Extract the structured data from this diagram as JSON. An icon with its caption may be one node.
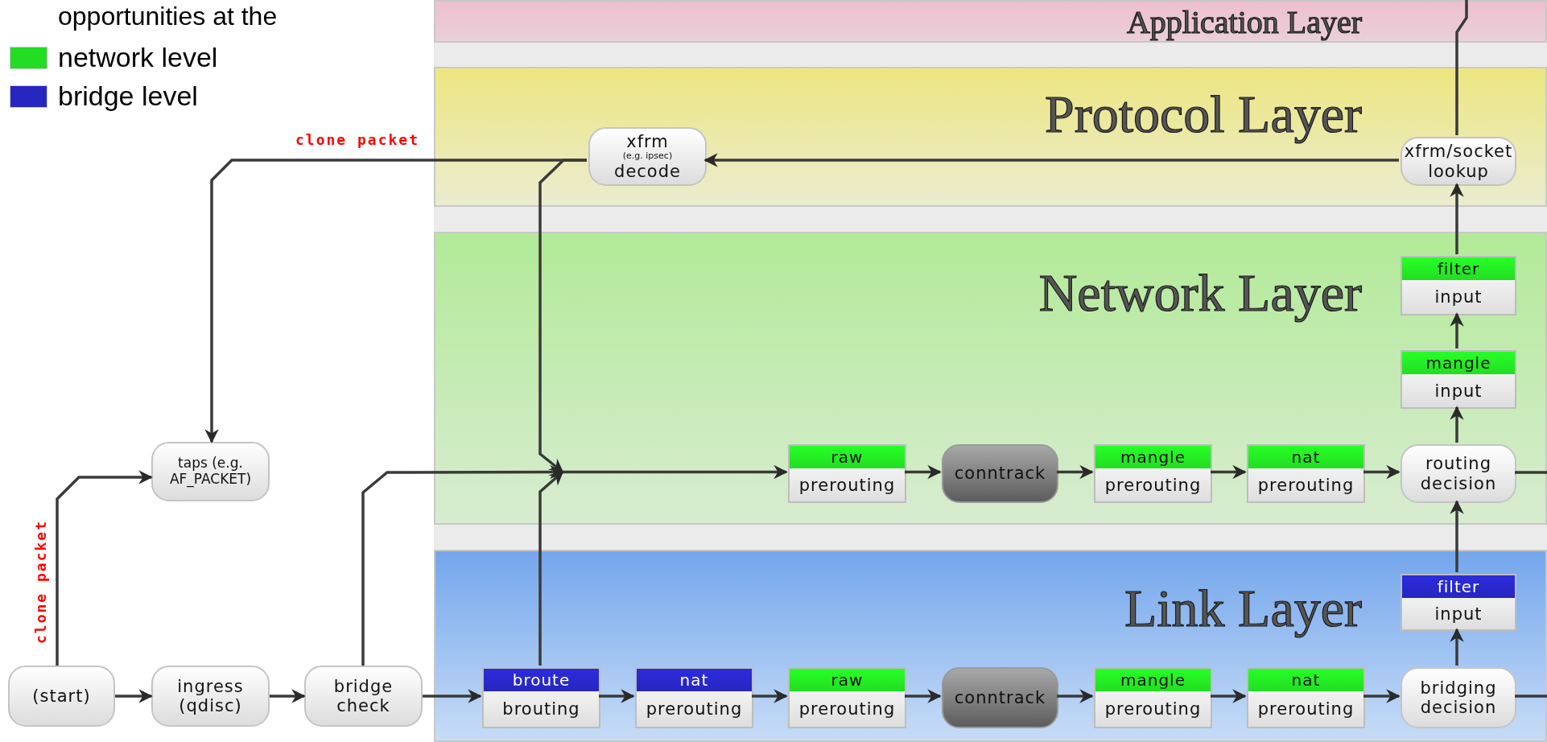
{
  "diagram": {
    "nodes": [
      {
        "text": [
          "Application Layer"
        ]
      },
      {
        "text": [
          "Protocol Layer"
        ]
      },
      {
        "text": [
          "Network Layer"
        ]
      },
      {
        "text": [
          "Link Layer"
        ]
      },
      {
        "text": [
          "xfrm",
          "(e.g. ipsec)",
          "decode"
        ],
        "in": 1
      },
      {
        "text": [
          "xfrm/socket lookup"
        ],
        "in": 1
      },
      {
        "text": [
          "filter",
          "input"
        ],
        "in": 2
      },
      {
        "text": [
          "mangle",
          "input"
        ],
        "in": 2
      },
      {
        "text": [
          "taps (e.g. AF_PACKET)"
        ]
      },
      {
        "text": [
          "raw",
          "prerouting"
        ],
        "in": 2
      },
      {
        "text": [
          "conntrack"
        ],
        "in": 2
      },
      {
        "text": [
          "mangle",
          "prerouting"
        ],
        "in": 2
      },
      {
        "text": [
          "nat",
          "prerouting"
        ],
        "in": 2
      },
      {
        "text": [
          "routing decision"
        ],
        "in": 2
      },
      {
        "text": [
          "filter",
          "input"
        ],
        "in": 3
      },
      {
        "text": [
          "(start)"
        ]
      },
      {
        "text": [
          "ingress (qdisc)"
        ]
      },
      {
        "text": [
          "bridge check"
        ]
      },
      {
        "text": [
          "broute",
          "brouting"
        ],
        "in": 3
      },
      {
        "text": [
          "nat",
          "prerouting"
        ],
        "in": 3
      },
      {
        "text": [
          "raw",
          "prerouting"
        ],
        "in": 3
      },
      {
        "text": [
          "conntrack"
        ],
        "in": 3
      },
      {
        "text": [
          "mangle",
          "prerouting"
        ],
        "in": 3
      },
      {
        "text": [
          "nat",
          "prerouting"
        ],
        "in": 3
      },
      {
        "text": [
          "bridging decision"
        ],
        "in": 3
      }
    ],
    "edges": [
      {
        "from": 15,
        "to": 16,
        "arrow": "to"
      },
      {
        "from": 16,
        "to": 17,
        "arrow": "to"
      },
      {
        "from": 17,
        "to": 18,
        "arrow": "to"
      },
      {
        "from": 18,
        "to": 19,
        "arrow": "to"
      },
      {
        "from": 19,
        "to": 20,
        "arrow": "to"
      },
      {
        "from": 20,
        "to": 21,
        "arrow": "to"
      },
      {
        "from": 21,
        "to": 22,
        "arrow": "to"
      },
      {
        "from": 22,
        "to": 23,
        "arrow": "to"
      },
      {
        "from": 23,
        "to": 24,
        "arrow": "to"
      },
      {
        "from": 24,
        "to": 14,
        "arrow": "to"
      },
      {
        "from": 24,
        "to": null,
        "arrow": "none"
      },
      {
        "from": 14,
        "to": 13,
        "arrow": "to"
      },
      {
        "from": 13,
        "to": 7,
        "arrow": "to"
      },
      {
        "from": 7,
        "to": 6,
        "arrow": "to"
      },
      {
        "from": 6,
        "to": 5,
        "arrow": "to"
      },
      {
        "from": 5,
        "to": 0,
        "arrow": "none"
      },
      {
        "from": 13,
        "to": null,
        "arrow": "none"
      },
      {
        "from": 5,
        "to": 4,
        "arrow": "to"
      },
      {
        "from": 4,
        "to": 8,
        "arrow": "to",
        "label": "clone packet"
      },
      {
        "from": 15,
        "to": 8,
        "arrow": "to",
        "label": "clone packet"
      },
      {
        "from": 17,
        "to": 9,
        "arrow": "to"
      },
      {
        "from": 18,
        "to": 9,
        "arrow": "to"
      },
      {
        "from": 4,
        "to": 9,
        "arrow": "to"
      },
      {
        "from": 9,
        "to": 10,
        "arrow": "to"
      },
      {
        "from": 10,
        "to": 11,
        "arrow": "to"
      },
      {
        "from": 11,
        "to": 12,
        "arrow": "to"
      },
      {
        "from": 12,
        "to": 13,
        "arrow": "to"
      }
    ],
    "labels": [
      "opportunities at the"
    ],
    "legend": [
      {
        "text": "network level",
        "color": "#22dd22"
      },
      {
        "text": "bridge level",
        "color": "#2626c0"
      }
    ]
  }
}
